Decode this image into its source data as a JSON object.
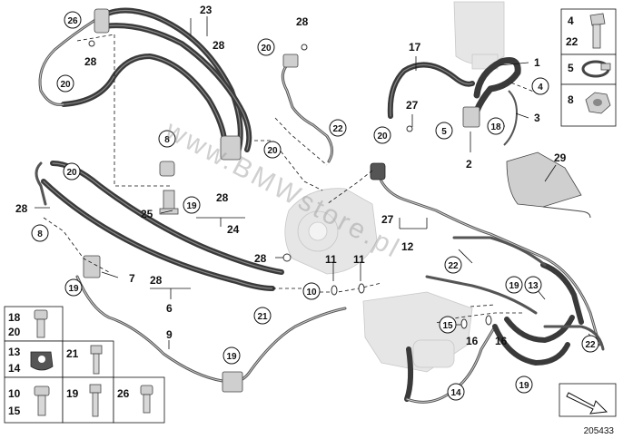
{
  "watermark": "www.BMWstore.pl",
  "diagram_id": "205433",
  "callouts": {
    "c1": "1",
    "c2": "2",
    "c3": "3",
    "c4": "4",
    "c5": "5",
    "c6": "6",
    "c7": "7",
    "c8a": "8",
    "c8b": "8",
    "c9": "9",
    "c10": "10",
    "c11a": "11",
    "c11b": "11",
    "c12": "12",
    "c13": "13",
    "c14": "14",
    "c15": "15",
    "c16a": "16",
    "c16b": "16",
    "c17": "17",
    "c18": "18",
    "c19a": "19",
    "c19b": "19",
    "c19c": "19",
    "c19d": "19",
    "c19e": "19",
    "c20a": "20",
    "c20b": "20",
    "c20c": "20",
    "c20d": "20",
    "c20e": "20",
    "c21": "21",
    "c22a": "22",
    "c22b": "22",
    "c22c": "22",
    "c23": "23",
    "c24": "24",
    "c25": "25",
    "c26": "26",
    "c27a": "27",
    "c27b": "27",
    "c28a": "28",
    "c28b": "28",
    "c28c": "28",
    "c28d": "28",
    "c28e": "28",
    "c28f": "28",
    "c28g": "28",
    "c29": "29"
  },
  "right_legend": {
    "cell1_top": "4",
    "cell1_bottom": "22",
    "cell2": "5",
    "cell3": "8"
  },
  "left_legend": {
    "r1": "18",
    "r2": "20",
    "r3": "13",
    "r4": "14",
    "r5": "21",
    "r6": "10",
    "r7": "15",
    "r8": "19",
    "r9": "26"
  },
  "icons": {
    "direction": "arrow-icon",
    "bolt": "bolt-icon",
    "clamp": "hose-clamp-icon",
    "nut": "nut-icon",
    "grommet": "grommet-icon",
    "banjo": "banjo-bolt-icon"
  }
}
